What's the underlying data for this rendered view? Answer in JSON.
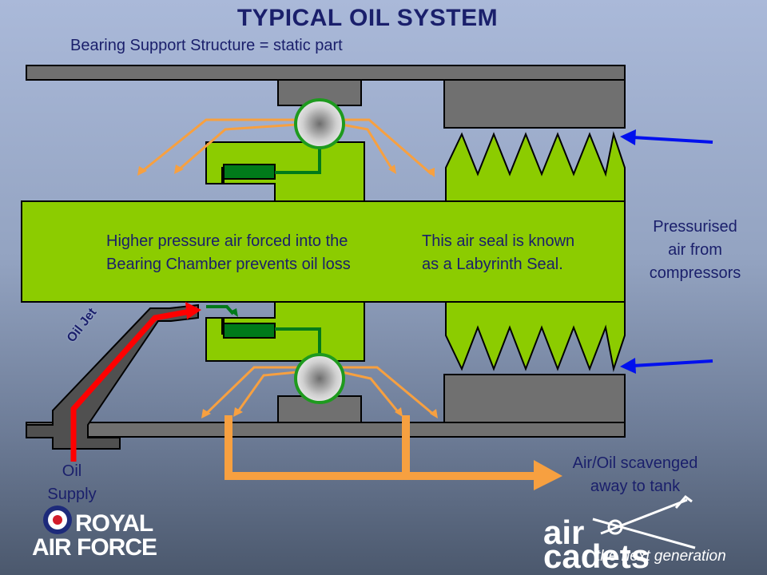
{
  "title": "TYPICAL OIL SYSTEM",
  "subtitle": "Bearing Support Structure = static part",
  "labels": {
    "bearing_chamber_text": [
      "Higher pressure air forced into the",
      "Bearing Chamber prevents oil loss"
    ],
    "labyrinth_text": [
      "This air seal is known",
      "as a Labyrinth Seal."
    ],
    "pressurised_air": [
      "Pressurised",
      "air from",
      "compressors"
    ],
    "oil_jet": "Oil Jet",
    "oil_supply": [
      "Oil",
      "Supply"
    ],
    "scavenge": [
      "Air/Oil scavenged",
      "away to tank"
    ]
  },
  "logos": {
    "raf": [
      "ROYAL",
      "AIR FORCE"
    ],
    "air_cadets": {
      "line1": "air",
      "line2": "cadets",
      "tagline": "the next generation"
    }
  },
  "colors": {
    "title": "#1a1f6b",
    "shaft_green": "#8ccc00",
    "structure_grey": "#707070",
    "oil_red": "#ff0000",
    "mist_orange": "#f7a040",
    "air_blue": "#0010ee",
    "seal_green": "#007a1a"
  }
}
